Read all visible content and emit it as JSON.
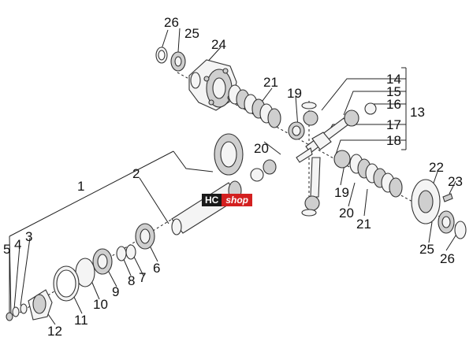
{
  "watermark": {
    "left": "HC",
    "right": "shop"
  },
  "labels": {
    "l1": "1",
    "l2": "2",
    "l3": "3",
    "l4": "4",
    "l5": "5",
    "l6": "6",
    "l7": "7",
    "l8": "8",
    "l9": "9",
    "l10": "10",
    "l11": "11",
    "l12": "12",
    "l13": "13",
    "l14": "14",
    "l15": "15",
    "l16": "16",
    "l17": "17",
    "l18": "18",
    "l19a": "19",
    "l19b": "19",
    "l20a": "20",
    "l20b": "20",
    "l21a": "21",
    "l21b": "21",
    "l22": "22",
    "l23": "23",
    "l24": "24",
    "l25a": "25",
    "l25b": "25",
    "l26a": "26",
    "l26b": "26"
  }
}
